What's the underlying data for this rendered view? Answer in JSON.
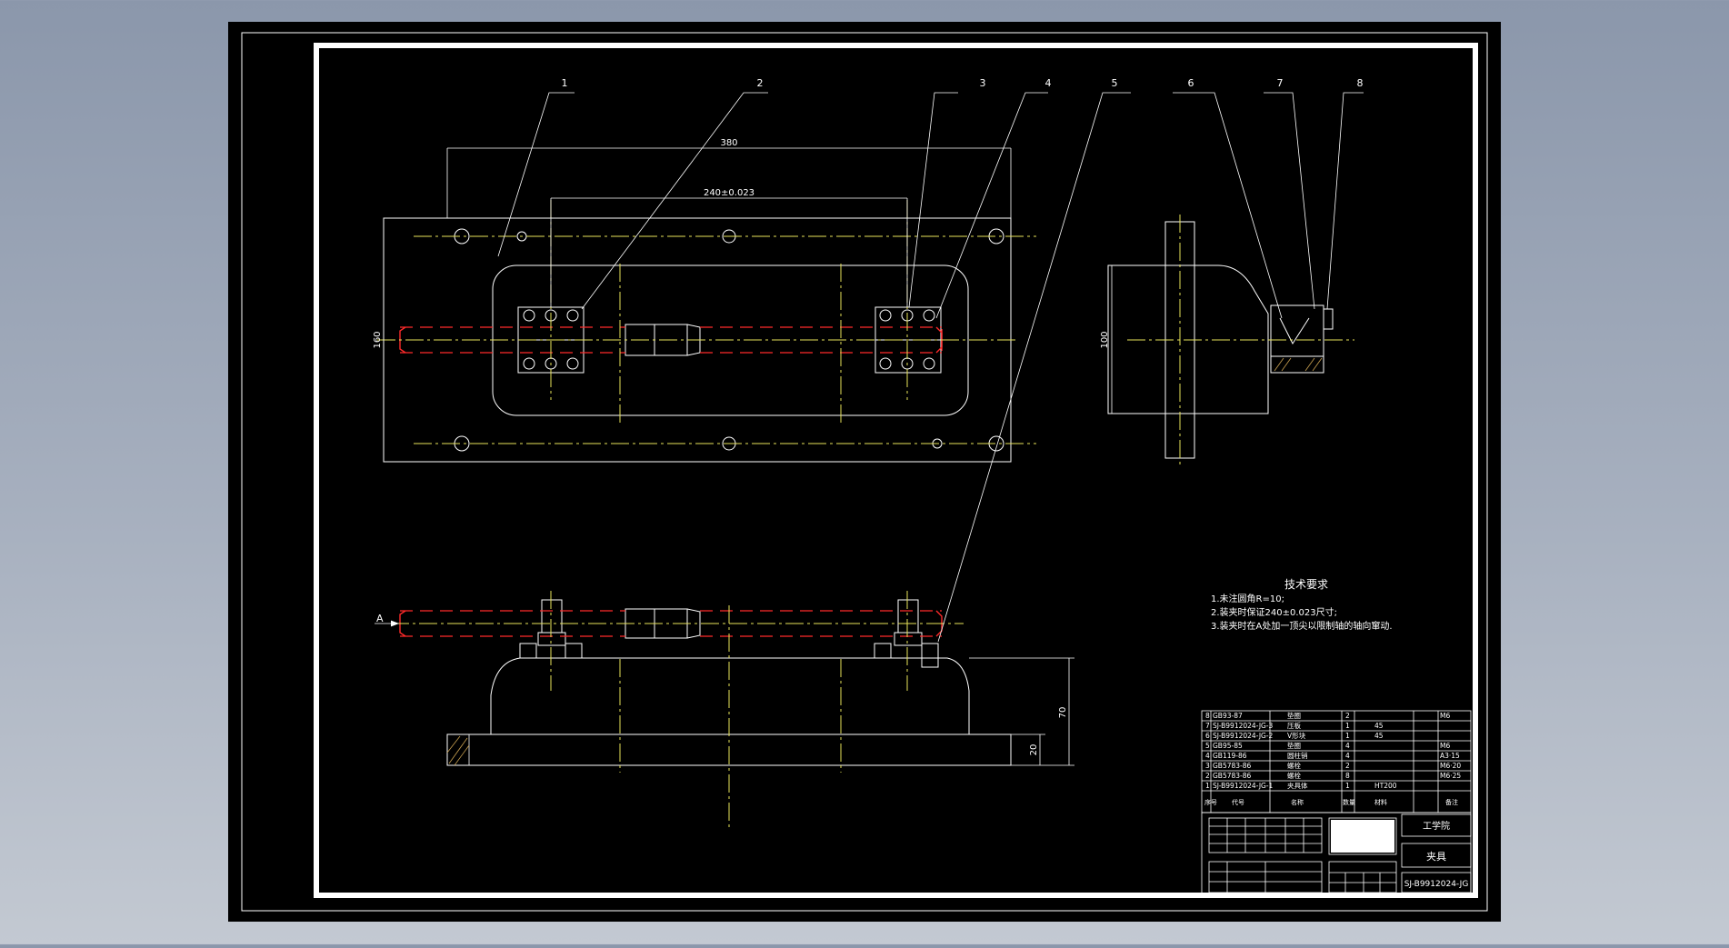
{
  "drawing": {
    "balloons": [
      "1",
      "2",
      "3",
      "4",
      "5",
      "6",
      "7",
      "8"
    ],
    "dimensions": {
      "overall_length": "380",
      "centre_distance": "240±0.023",
      "width": "160",
      "height_side": "100",
      "height_front": "70",
      "base_thickness": "20"
    },
    "view_label": "A"
  },
  "tech_requirements": {
    "title": "技术要求",
    "items": [
      "1.未注圆角R=10;",
      "2.装夹时保证240±0.023尺寸;",
      "3.装夹时在A处加一顶尖以限制轴的轴向窜动."
    ]
  },
  "bom": {
    "rows": [
      {
        "no": "8",
        "code": "GB93-87",
        "name": "垫圈",
        "qty": "2",
        "material": "",
        "note": "M6"
      },
      {
        "no": "7",
        "code": "SJ-B9912024-JG-3",
        "name": "压板",
        "qty": "1",
        "material": "45",
        "note": ""
      },
      {
        "no": "6",
        "code": "SJ-B9912024-JG-2",
        "name": "V形块",
        "qty": "1",
        "material": "45",
        "note": ""
      },
      {
        "no": "5",
        "code": "GB95-85",
        "name": "垫圈",
        "qty": "4",
        "material": "",
        "note": "M6"
      },
      {
        "no": "4",
        "code": "GB119-86",
        "name": "圆柱销",
        "qty": "4",
        "material": "",
        "note": "A3·15"
      },
      {
        "no": "3",
        "code": "GB5783-86",
        "name": "螺栓",
        "qty": "2",
        "material": "",
        "note": "M6·20"
      },
      {
        "no": "2",
        "code": "GB5783-86",
        "name": "螺栓",
        "qty": "8",
        "material": "",
        "note": "M6·25"
      },
      {
        "no": "1",
        "code": "SJ-B9912024-JG-1",
        "name": "夹具体",
        "qty": "1",
        "material": "HT200",
        "note": ""
      }
    ],
    "header": [
      "序号",
      "代号",
      "名称",
      "数量",
      "材料",
      "备注"
    ]
  },
  "title_block": {
    "school": "工学院",
    "part_name": "夹具",
    "drawing_no": "SJ-B9912024-JG"
  },
  "colors": {
    "paper": "#000000",
    "line": "#ffffff",
    "center": "#e8e35a",
    "hidden": "#ff2a2a",
    "hatch": "#c8a050"
  }
}
